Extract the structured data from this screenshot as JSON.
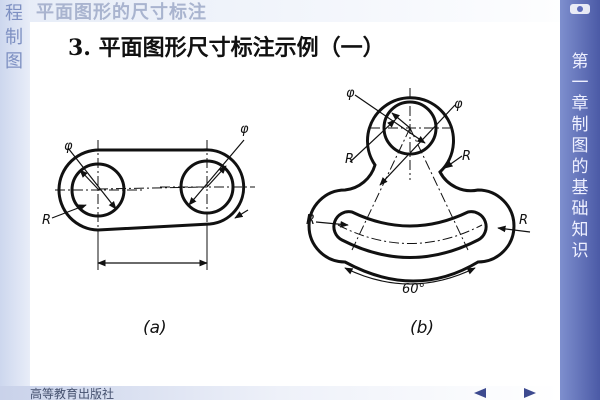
{
  "slide": {
    "banner_title": "平面图形的尺寸标注",
    "left_tab_text": "程制图",
    "heading": "3. 平面图形尺寸标注示例（一）",
    "chapter_label": "第一章 制图的基础知识",
    "publisher": "高等教育出版社",
    "colors": {
      "right_strip": "#5d6cbb",
      "left_strip": "#cdd7ee",
      "banner_title": "#a9b4cf",
      "line": "#111111"
    }
  },
  "figure_a": {
    "caption": "(a)",
    "diameter_symbol_left": "φ",
    "diameter_symbol_right": "φ",
    "radius_label": "R"
  },
  "figure_b": {
    "caption": "(b)",
    "diameter_symbol_left": "φ",
    "diameter_symbol_right": "φ",
    "radius_label_upper": "R",
    "radius_label_right_upper": "R",
    "radius_label_left": "R",
    "radius_label_right_lower": "R",
    "angle_label": "60°"
  }
}
